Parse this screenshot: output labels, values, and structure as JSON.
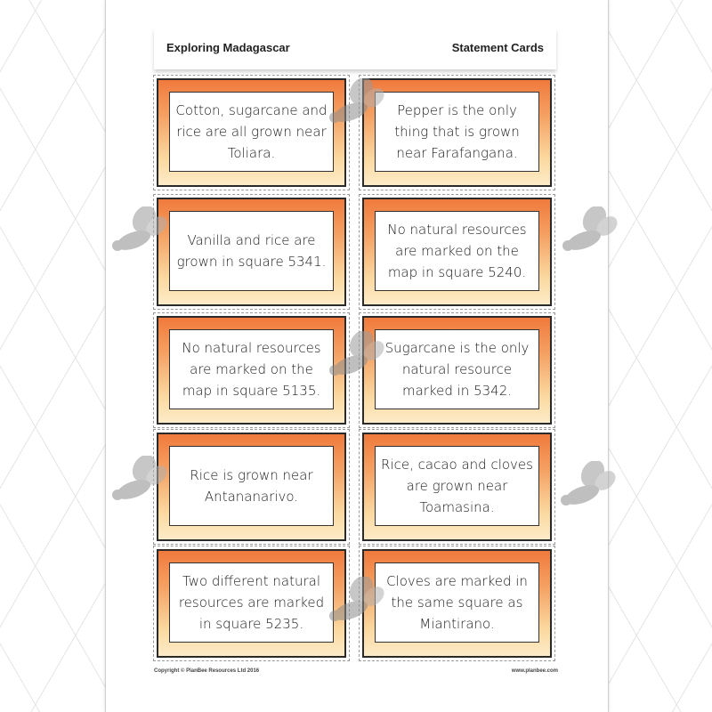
{
  "header": {
    "title": "Exploring Madagascar",
    "subtitle": "Statement Cards"
  },
  "cards": [
    {
      "text": "Cotton, sugarcane and rice are all grown near Toliara."
    },
    {
      "text": "Pepper is the only thing that is grown near Farafangana."
    },
    {
      "text": "Vanilla and rice are grown in square 5341."
    },
    {
      "text": "No natural resources are marked on the map in square 5240."
    },
    {
      "text": "No natural resources are marked on the map in square 5135."
    },
    {
      "text": "Sugarcane is the only natural resource marked in 5342."
    },
    {
      "text": "Rice is grown near Antananarivo."
    },
    {
      "text": "Rice, cacao and cloves are grown near Toamasina."
    },
    {
      "text": "Two different natural resources are marked in square 5235."
    },
    {
      "text": "Cloves are marked in the same square as Miantirano."
    }
  ],
  "footer": {
    "copyright": "Copyright © PlanBee Resources Ltd 2016",
    "website": "www.planbee.com"
  },
  "icons": {
    "watermark": "bee-icon"
  },
  "colors": {
    "card_gradient_top": "#f07a3c",
    "card_gradient_bottom": "#fdebc8",
    "card_border": "#2a2a2a"
  }
}
